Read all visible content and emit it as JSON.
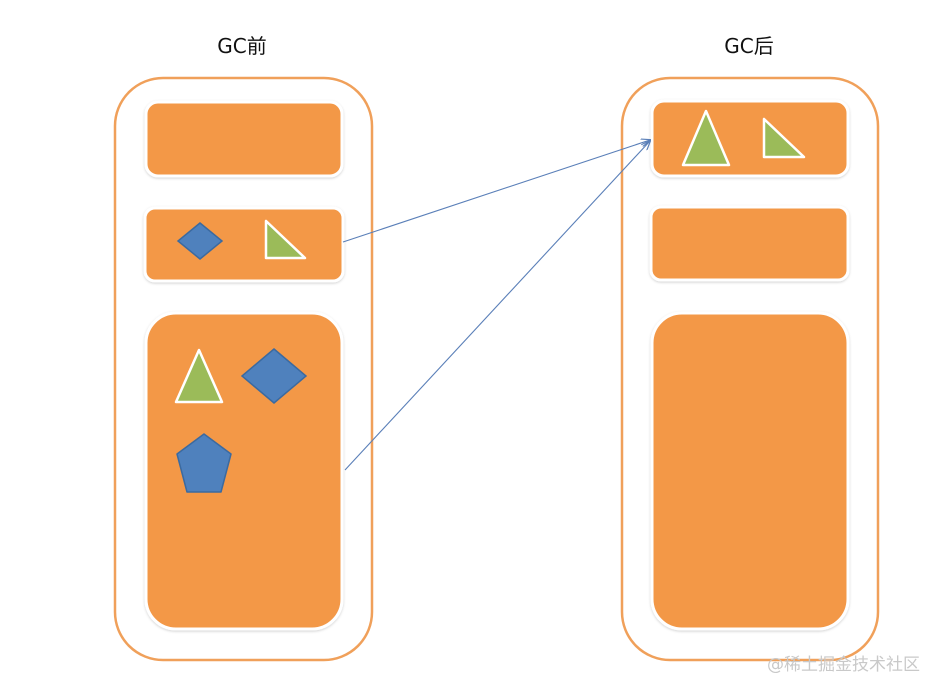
{
  "diagram": {
    "before": {
      "title": "GC前"
    },
    "after": {
      "title": "GC后"
    },
    "watermark": "@稀土掘金技术社区",
    "colors": {
      "column_border": "#f0a05a",
      "region_fill": "#f39847",
      "region_border": "#ffffff",
      "triangle_fill": "#9bbb59",
      "blue_shape_fill": "#4f81bd",
      "blue_shape_border": "#3b6aa0",
      "arrow": "#5a7fb8"
    }
  }
}
